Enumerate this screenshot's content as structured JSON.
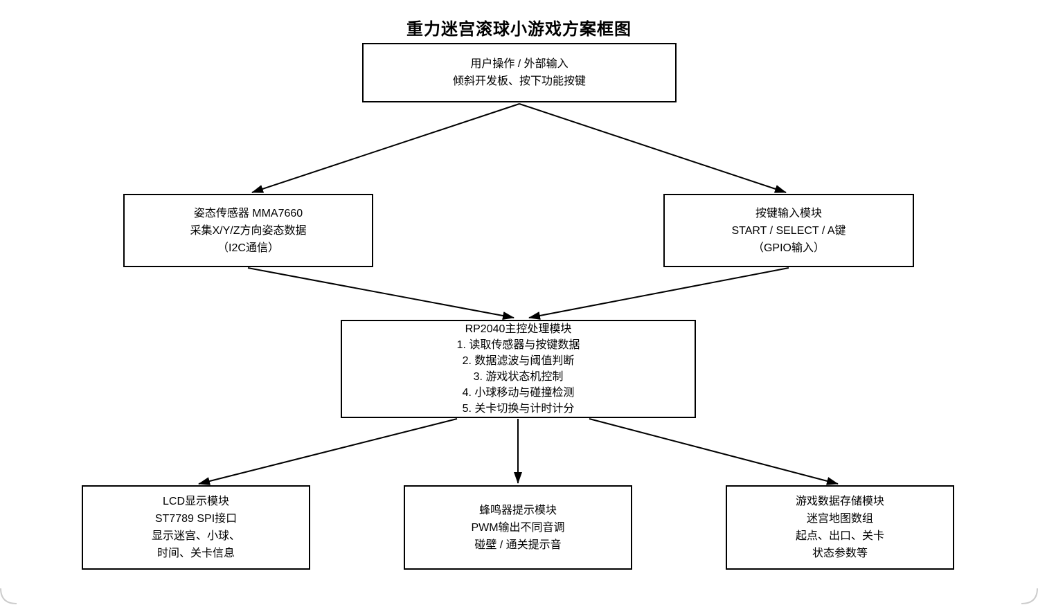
{
  "title": "重力迷宫滚球小游戏方案框图",
  "nodes": {
    "input": {
      "lines": [
        "用户操作 / 外部输入",
        "倾斜开发板、按下功能按键"
      ]
    },
    "sensor": {
      "lines": [
        "姿态传感器 MMA7660",
        "采集X/Y/Z方向姿态数据",
        "（I2C通信）"
      ]
    },
    "buttons": {
      "lines": [
        "按键输入模块",
        "START / SELECT / A键",
        "（GPIO输入）"
      ]
    },
    "mcu": {
      "lines": [
        "RP2040主控处理模块",
        "1. 读取传感器与按键数据",
        "2. 数据滤波与阈值判断",
        "3. 游戏状态机控制",
        "4. 小球移动与碰撞检测",
        "5. 关卡切换与计时计分"
      ]
    },
    "lcd": {
      "lines": [
        "LCD显示模块",
        "ST7789 SPI接口",
        "显示迷宫、小球、",
        "时间、关卡信息"
      ]
    },
    "buzzer": {
      "lines": [
        "蜂鸣器提示模块",
        "PWM输出不同音调",
        "碰壁 / 通关提示音"
      ]
    },
    "storage": {
      "lines": [
        "游戏数据存储模块",
        "迷宫地图数组",
        "起点、出口、关卡",
        "状态参数等"
      ]
    }
  },
  "colors": {
    "stroke": "#000000",
    "text": "#000000",
    "background": "#ffffff",
    "frame_corner": "#cccccc"
  }
}
